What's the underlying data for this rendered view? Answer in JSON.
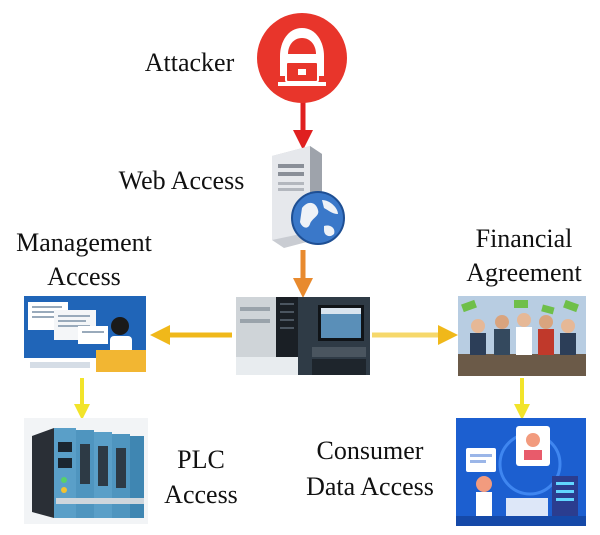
{
  "labels": {
    "attacker": "Attacker",
    "web_access": "Web Access",
    "management_line1": "Management",
    "management_line2": "Access",
    "financial_line1": "Financial",
    "financial_line2": "Agreement",
    "plc_line1": "PLC",
    "plc_line2": "Access",
    "consumer_line1": "Consumer",
    "consumer_line2": "Data Access"
  },
  "icons": {
    "attacker": "hooded-hacker-icon",
    "web_server": "server-globe-icon",
    "control_room": "server-rack-monitor-icon",
    "management": "office-worker-icon",
    "financial": "celebrating-people-money-icon",
    "plc": "plc-modules-icon",
    "consumer_data": "user-data-dashboard-icon"
  },
  "colors": {
    "attacker_circle": "#e8352b",
    "arrow_red": "#e02020",
    "arrow_orange": "#e88a2e",
    "arrow_gold": "#f0b81a",
    "arrow_yellow": "#f2e42a"
  }
}
